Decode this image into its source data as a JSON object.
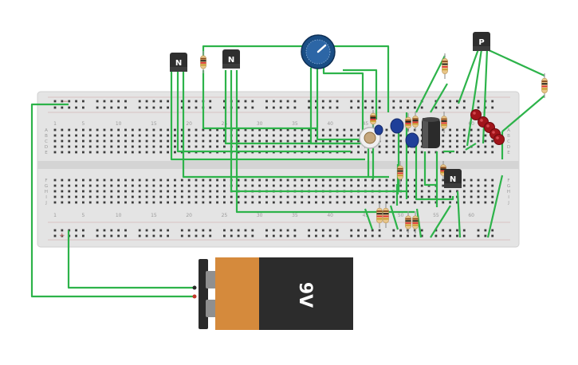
{
  "breadboard": {
    "column_labels_top": [
      "1",
      "5",
      "10",
      "15",
      "20",
      "25",
      "30",
      "35",
      "40",
      "45",
      "50",
      "55",
      "60"
    ],
    "column_labels_bottom": [
      "1",
      "5",
      "10",
      "15",
      "20",
      "25",
      "30",
      "35",
      "40",
      "45",
      "50",
      "55",
      "60"
    ],
    "row_labels_top": [
      "A",
      "B",
      "C",
      "D",
      "E"
    ],
    "row_labels_bottom": [
      "F",
      "G",
      "H",
      "I",
      "J"
    ],
    "rail_minus": "−",
    "rail_plus": "+"
  },
  "battery": {
    "label": "9V"
  },
  "transistors": [
    {
      "id": "q1",
      "type_label": "N"
    },
    {
      "id": "q2",
      "type_label": "N"
    },
    {
      "id": "q3",
      "type_label": "P"
    },
    {
      "id": "q4",
      "type_label": "N"
    }
  ],
  "colors": {
    "wire": "#2db34a",
    "board": "#e6e6e6",
    "battery_orange": "#d58a3c",
    "battery_black": "#2c2c2c",
    "led": "#a1141a",
    "potentiometer": "#1a4e85",
    "capacitor": "#1f3f99"
  }
}
